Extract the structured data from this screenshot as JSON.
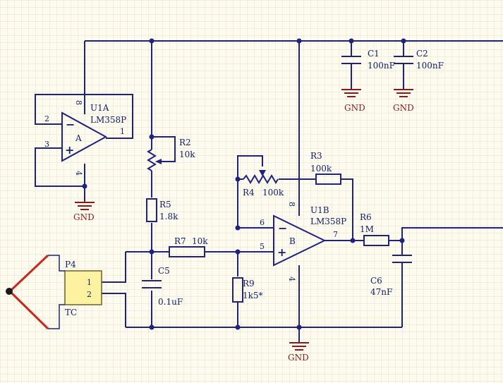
{
  "components": {
    "u1a": {
      "ref": "U1A",
      "value": "LM358P",
      "unit": "A",
      "pins": {
        "inv": "2",
        "noninv": "3",
        "out": "1",
        "vcc": "8",
        "gnd": "4"
      }
    },
    "u1b": {
      "ref": "U1B",
      "value": "LM358P",
      "unit": "B",
      "pins": {
        "inv": "6",
        "noninv": "5",
        "out": "7",
        "vcc": "8",
        "gnd": "4"
      }
    },
    "r2": {
      "ref": "R2",
      "value": "10k"
    },
    "r3": {
      "ref": "R3",
      "value": "100k"
    },
    "r4": {
      "ref": "R4",
      "value": "100k"
    },
    "r5": {
      "ref": "R5",
      "value": "1.8k"
    },
    "r6": {
      "ref": "R6",
      "value": "1M"
    },
    "r7": {
      "ref": "R7",
      "value": "10k"
    },
    "r9": {
      "ref": "R9",
      "value": "1k5*"
    },
    "c1": {
      "ref": "C1",
      "value": "100nF"
    },
    "c2": {
      "ref": "C2",
      "value": "100nF"
    },
    "c5": {
      "ref": "C5",
      "value": "0.1uF"
    },
    "c6": {
      "ref": "C6",
      "value": "47nF"
    },
    "p4": {
      "ref": "P4",
      "name": "TC",
      "pins": [
        "1",
        "2"
      ]
    }
  },
  "ground_label": "GND",
  "op_signs": {
    "minus": "−",
    "plus": "+"
  },
  "colors": {
    "wire": "#1f237f",
    "ground": "#8a1a1a",
    "connector": "#fdf2a0",
    "thermocouple": "#c8281e",
    "grid": "#e8e2c8",
    "background": "#fdfbef"
  }
}
